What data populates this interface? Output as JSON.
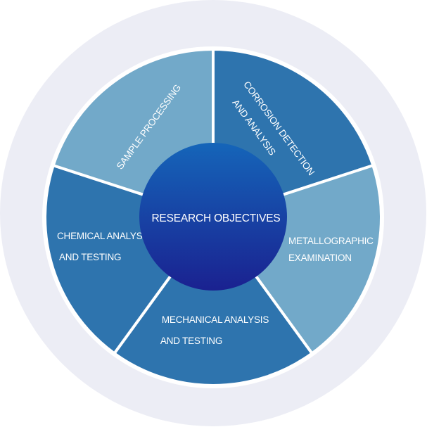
{
  "diagram": {
    "title": "RESEARCH OBJECTIVES",
    "colors": {
      "background": "#ffffff",
      "outer_ring": "#ecedf5",
      "separator": "#ffffff",
      "segment_light": "#72a9c9",
      "segment_dark": "#2e74ae",
      "center_top": "#1565b9",
      "center_bottom": "#1a2190",
      "text": "#ffffff"
    },
    "segments": [
      {
        "id": "corrosion",
        "lines": [
          "CORROSION DETECTION",
          "AND ANALYSIS"
        ],
        "tone": "dark"
      },
      {
        "id": "metallographic",
        "lines": [
          "METALLOGRAPHIC",
          "EXAMINATION"
        ],
        "tone": "light"
      },
      {
        "id": "mechanical",
        "lines": [
          "MECHANICAL ANALYSIS",
          "AND TESTING"
        ],
        "tone": "dark"
      },
      {
        "id": "chemical",
        "lines": [
          "CHEMICAL ANALYS",
          "AND TESTING"
        ],
        "tone": "dark"
      },
      {
        "id": "sample",
        "lines": [
          "SAMPLE PROCESSING"
        ],
        "tone": "light"
      }
    ]
  }
}
